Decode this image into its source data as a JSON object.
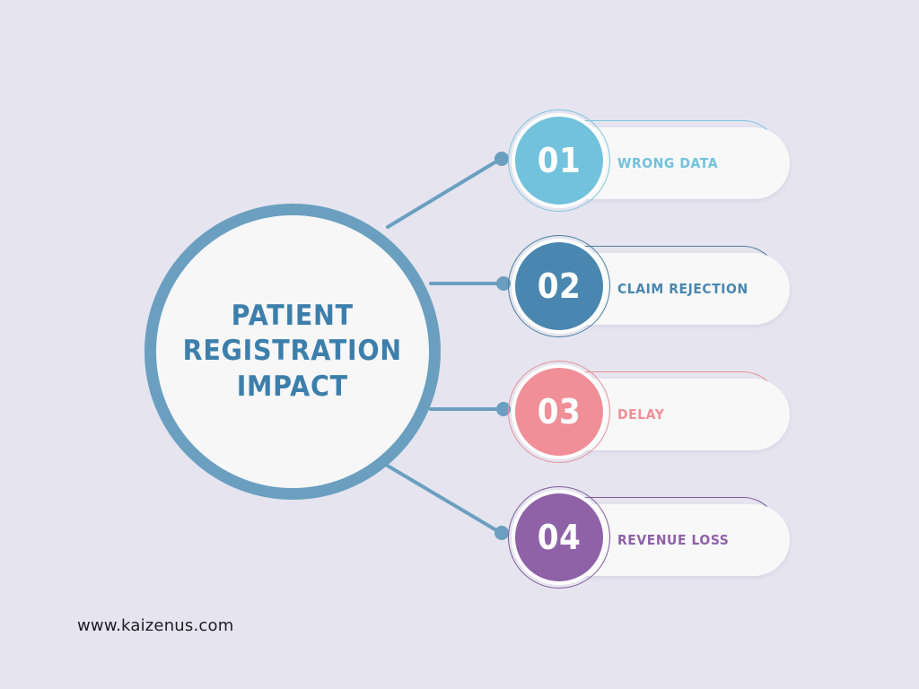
{
  "background_color": "#e5e4ef",
  "hub": {
    "title": "PATIENT\nREGISTRATION\nIMPACT",
    "text_color": "#3d7fab",
    "ring_color": "#6a9fc0",
    "fill_color": "#f7f7f8"
  },
  "connector": {
    "line_color": "#6a9fc0",
    "dot_color": "#6a9fc0"
  },
  "items": [
    {
      "number": "01",
      "label": "WRONG DATA",
      "color": "#72c2dd",
      "outline_color": "#7fc6de"
    },
    {
      "number": "02",
      "label": "CLAIM REJECTION",
      "color": "#4a87b0",
      "outline_color": "#4a7f9e"
    },
    {
      "number": "03",
      "label": "DELAY",
      "color": "#f08f97",
      "outline_color": "#e79199"
    },
    {
      "number": "04",
      "label": "REVENUE LOSS",
      "color": "#8f62a8",
      "outline_color": "#7f5b96"
    }
  ],
  "footer": {
    "url": "www.kaizenus.com"
  }
}
